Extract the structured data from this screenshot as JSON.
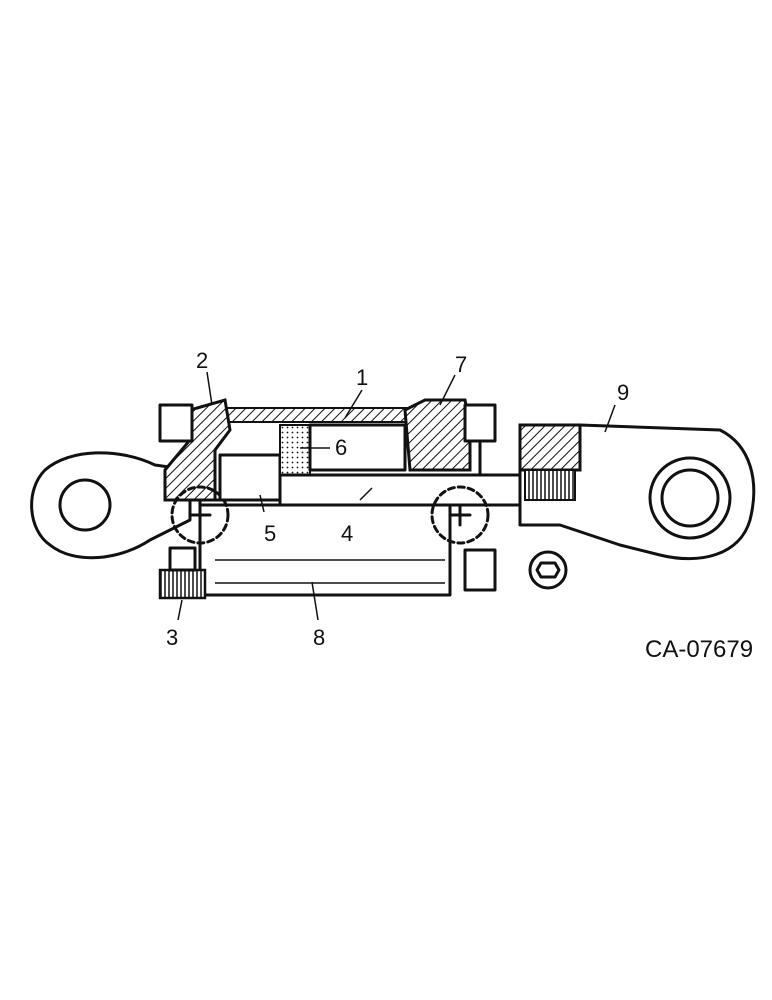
{
  "figure_code": "CA-07679",
  "callouts": [
    "1",
    "2",
    "3",
    "4",
    "5",
    "6",
    "7",
    "8",
    "9"
  ]
}
